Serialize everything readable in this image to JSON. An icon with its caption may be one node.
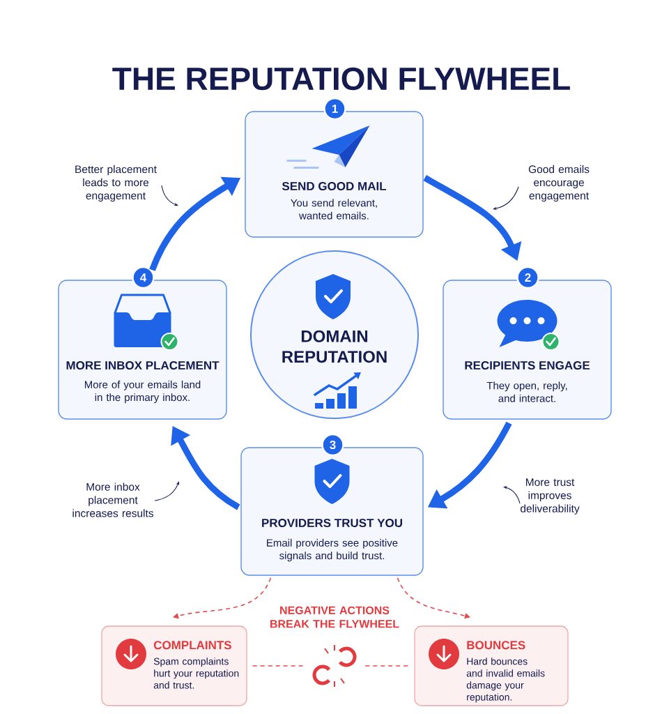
{
  "diagram": {
    "title": "THE REPUTATION FLYWHEEL",
    "nodes": [
      {
        "text": [
          "1",
          "SEND GOOD MAIL",
          "You send relevant, wanted emails."
        ]
      },
      {
        "text": [
          "2",
          "RECIPIENTS ENGAGE",
          "They open, reply, and interact."
        ]
      },
      {
        "text": [
          "3",
          "PROVIDERS TRUST YOU",
          "Email providers see positive signals and build trust."
        ]
      },
      {
        "text": [
          "4",
          "MORE INBOX PLACEMENT",
          "More of your emails land in the primary inbox."
        ]
      },
      {
        "text": [
          "DOMAIN REPUTATION"
        ]
      },
      {
        "text": [
          "COMPLAINTS",
          "Spam complaints hurt your reputation and trust."
        ]
      },
      {
        "text": [
          "BOUNCES",
          "Hard bounces and invalid emails damage your reputation."
        ]
      },
      {
        "text": [],
        "shape": "chain"
      }
    ],
    "edges": [
      {
        "from": 0,
        "to": 1,
        "arrow": "to",
        "style": "thick",
        "label": "Good emails encourage engagement"
      },
      {
        "from": 1,
        "to": 2,
        "arrow": "to",
        "style": "thick",
        "label": "More trust improves deliverability"
      },
      {
        "from": 2,
        "to": 3,
        "arrow": "to",
        "style": "thick",
        "label": "More inbox placement increases results"
      },
      {
        "from": 3,
        "to": 0,
        "arrow": "to",
        "style": "thick",
        "label": "Better placement leads to more engagement"
      },
      {
        "from": 2,
        "to": 5,
        "arrow": "to",
        "style": "dashed",
        "color": "#e5484d"
      },
      {
        "from": 2,
        "to": 6,
        "arrow": "to",
        "style": "dashed",
        "color": "#e5484d"
      },
      {
        "from": 5,
        "to": 7,
        "arrow": "none",
        "style": "dashed",
        "color": "#e5484d"
      },
      {
        "from": 7,
        "to": 6,
        "arrow": "none",
        "style": "dashed",
        "color": "#e5484d"
      }
    ],
    "labels": [
      "NEGATIVE ACTIONS BREAK THE FLYWHEEL"
    ]
  }
}
